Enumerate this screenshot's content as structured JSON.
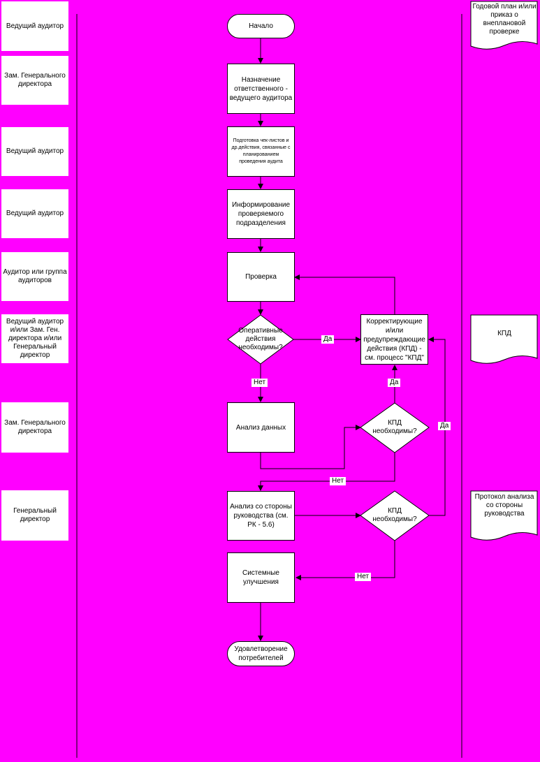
{
  "roles": [
    "Ведущий аудитор",
    "Зам. Генерального директора",
    "Ведущий аудитор",
    "Ведущий аудитор",
    "Аудитор или группа аудиторов",
    "Ведущий аудитор и/или Зам. Ген. директора и/или Генеральный директор",
    "Зам. Генерального директора",
    "Генеральный директор"
  ],
  "steps": {
    "start": "Начало",
    "assign": "Назначение ответственного - ведущего аудитора",
    "prepare": "Подготовка чек-листов и др.действия, связанные с планированием проведения аудита",
    "inform": "Информирование проверяемого подразделения",
    "check": "Проверка",
    "operative": "Оперативные действия необходимы?",
    "kpd_action": "Корректирующие и/или предупреждающие действия (КПД) - см. процесс \"КПД\"",
    "analysis": "Анализ данных",
    "kpd_q1": "КПД необходимы?",
    "mgmt_review": "Анализ со стороны руководства (см. РК - 5.6)",
    "kpd_q2": "КПД необходимы?",
    "improve": "Системные улучшения",
    "end": "Удовлетворение потребителей"
  },
  "labels": {
    "yes1": "Да",
    "no1": "Нет",
    "yes2": "Да",
    "no2": "Нет",
    "yes3": "Да",
    "no3": "Нет"
  },
  "documents": {
    "plan": "Годовой план и/или приказ о внеплановой проверке",
    "kpd": "КПД",
    "protocol": "Протокол анализа со стороны руководства"
  },
  "colors": {
    "background": "#ff00ff",
    "shape_fill": "#ffffff",
    "line": "#000000"
  }
}
